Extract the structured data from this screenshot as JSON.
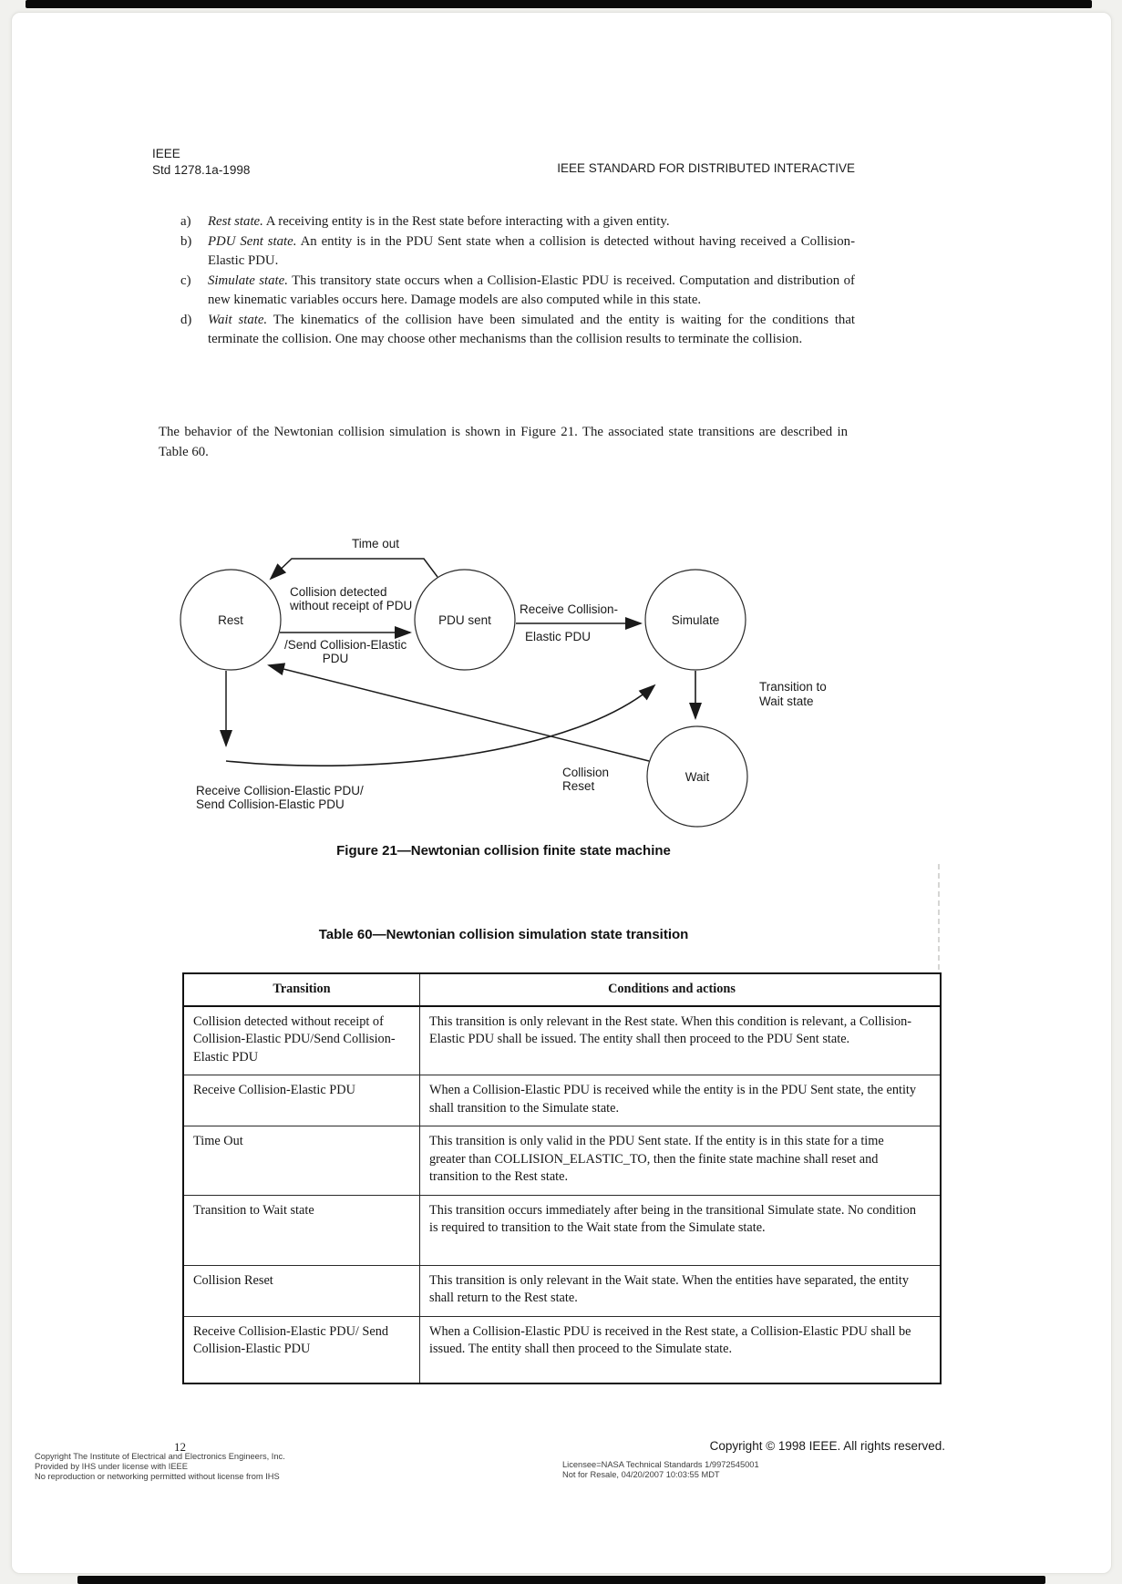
{
  "header": {
    "left_line1": "IEEE",
    "left_line2": "Std 1278.1a-1998",
    "right": "IEEE STANDARD FOR DISTRIBUTED INTERACTIVE"
  },
  "list": {
    "items": [
      {
        "label": "a)",
        "term": "Rest state.",
        "text": "A receiving entity is in the Rest state before interacting with a given entity."
      },
      {
        "label": "b)",
        "term": "PDU Sent state.",
        "text": "An entity is in the PDU Sent state when a collision is detected without having received a Collision-Elastic PDU."
      },
      {
        "label": "c)",
        "term": "Simulate state.",
        "text": "This transitory state occurs when a Collision-Elastic PDU is received. Computation and distribution of new kinematic variables occurs here. Damage models are also computed while in this state."
      },
      {
        "label": "d)",
        "term": "Wait state.",
        "text": "The kinematics of the collision have been simulated and the entity is waiting for the conditions that terminate the collision. One may choose other mechanisms than the collision results to terminate the collision."
      }
    ]
  },
  "paragraph": "The behavior of the Newtonian collision simulation is shown in Figure 21. The associated state transitions are described in Table 60.",
  "figure": {
    "caption": "Figure 21—Newtonian collision finite state machine",
    "states": {
      "rest": "Rest",
      "pdu_sent": "PDU sent",
      "simulate": "Simulate",
      "wait": "Wait"
    },
    "labels": {
      "timeout": "Time out",
      "rest_to_pdu_line1": "Collision detected",
      "rest_to_pdu_line2": "without receipt of PDU",
      "rest_to_pdu_line3": "/Send Collision-Elastic",
      "rest_to_pdu_line4": "PDU",
      "pdu_to_sim_line1": "Receive Collision-",
      "pdu_to_sim_line2": "Elastic PDU",
      "sim_to_wait_line1": "Transition to",
      "sim_to_wait_line2": "Wait state",
      "collision_reset_line1": "Collision",
      "collision_reset_line2": "Reset",
      "rest_to_sim_line1": "Receive Collision-Elastic PDU/",
      "rest_to_sim_line2": "Send Collision-Elastic PDU"
    }
  },
  "table": {
    "title": "Table 60—Newtonian collision simulation state transition",
    "columns": [
      "Transition",
      "Conditions and actions"
    ],
    "rows": [
      {
        "transition": "Collision detected without receipt of Collision-Elastic PDU/Send Collision-Elastic PDU",
        "conditions": "This transition is only relevant in the Rest state. When this condition is relevant, a Collision-Elastic PDU shall be issued. The entity shall then proceed to the PDU Sent state."
      },
      {
        "transition": "Receive Collision-Elastic PDU",
        "conditions": "When a Collision-Elastic PDU is received while the entity is in the PDU Sent state, the entity shall transition to the Simulate state."
      },
      {
        "transition": "Time Out",
        "conditions": "This transition is only valid in the PDU Sent state. If the entity is in this state for a time greater than COLLISION_ELASTIC_TO, then the finite state machine shall reset and transition to the Rest state."
      },
      {
        "transition": "Transition to Wait state",
        "conditions": "This transition occurs immediately after being in the transitional Simulate state. No condition is required to transition to the Wait state from the Simulate state."
      },
      {
        "transition": "Collision Reset",
        "conditions": "This transition is only relevant in the Wait state. When the entities have separated, the entity shall return to the Rest state."
      },
      {
        "transition": "Receive Collision-Elastic PDU/ Send Collision-Elastic PDU",
        "conditions": "When a Collision-Elastic PDU is received in the Rest state, a Collision-Elastic PDU shall be issued. The entity shall then proceed to the Simulate state."
      }
    ]
  },
  "footer": {
    "page_number": "12",
    "left_line1": "Copyright The Institute of Electrical and Electronics Engineers, Inc.",
    "left_line2": "Provided by IHS under license with IEEE",
    "left_line3": "No reproduction or networking permitted without license from IHS",
    "right_copyright": "Copyright © 1998 IEEE. All rights reserved.",
    "license_line1": "Licensee=NASA Technical Standards 1/9972545001",
    "license_line2": "Not for Resale, 04/20/2007 10:03:55 MDT"
  }
}
